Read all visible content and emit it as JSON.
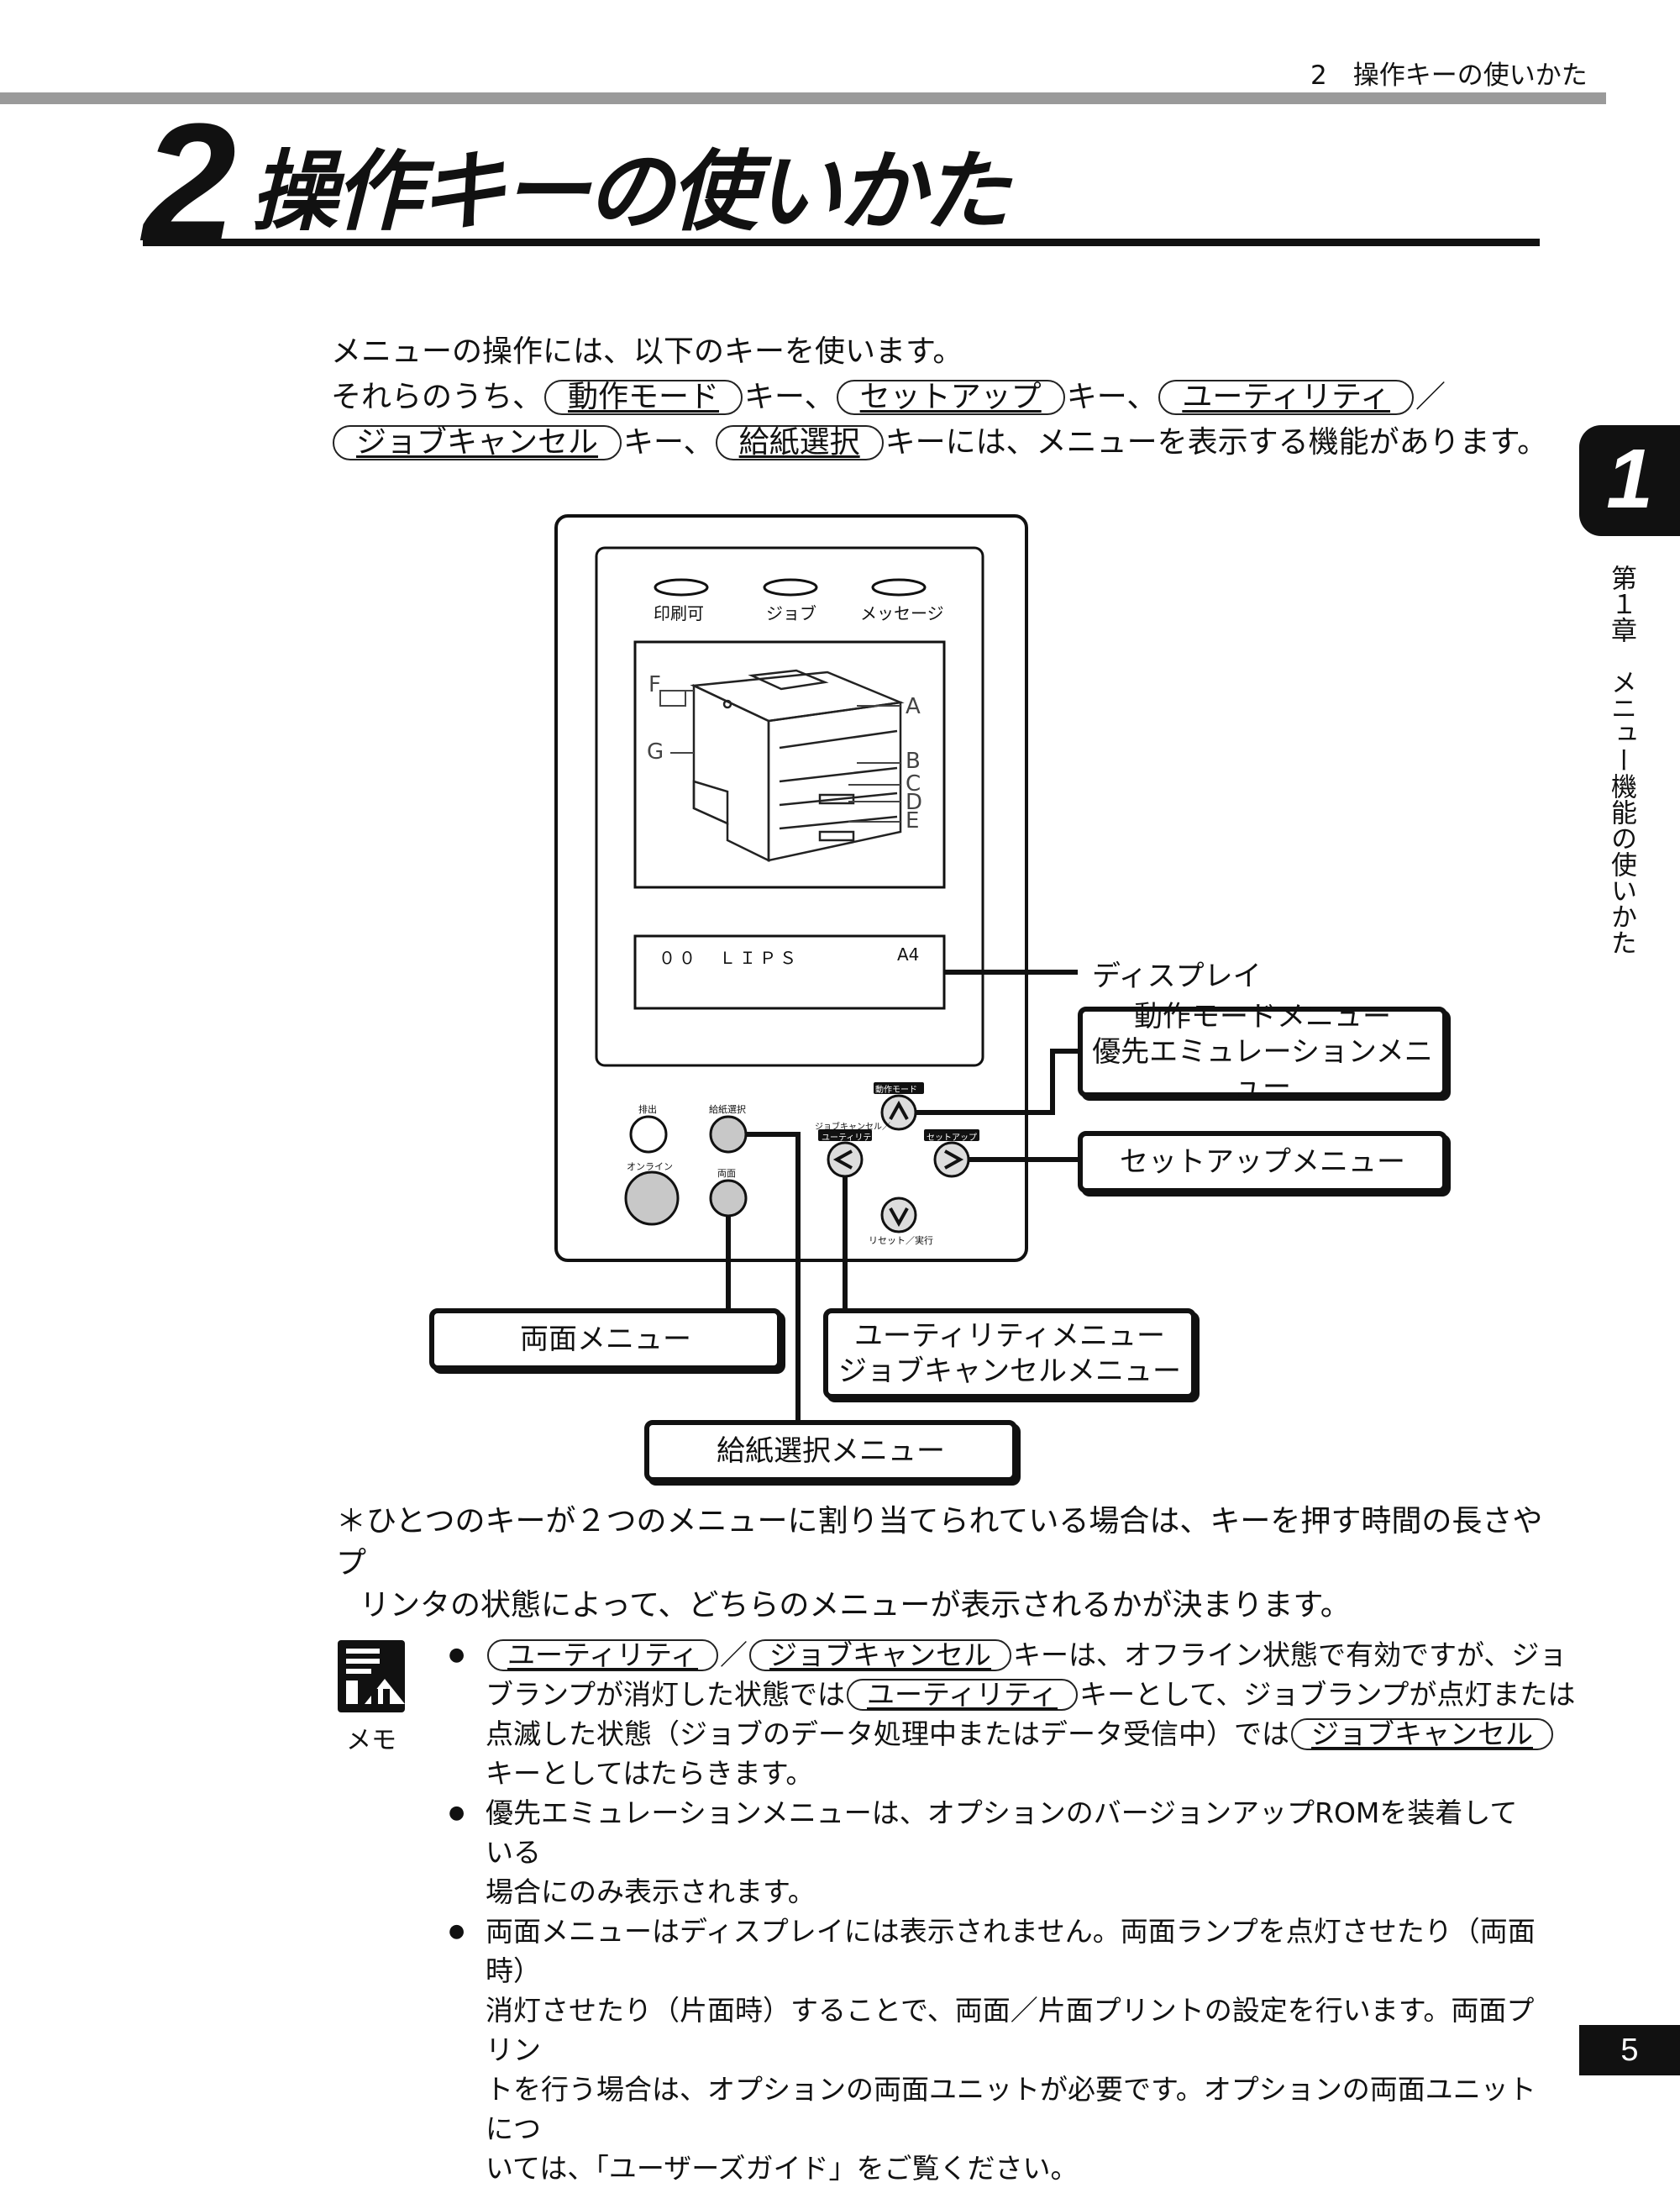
{
  "header": {
    "running": "2　操作キーの使いかた"
  },
  "chapter": {
    "number": "2",
    "title": "操作キーの使いかた"
  },
  "intro": {
    "line1": "メニューの操作には、以下のキーを使います。",
    "line2_a": "それらのうち、",
    "key_mode": "動作モード",
    "line2_b": "キー、",
    "key_setup": "セットアップ",
    "line2_c": "キー、",
    "key_utility": "ユーティリティ",
    "slash": "／",
    "key_jobcancel": "ジョブキャンセル",
    "line3_a": "キー、",
    "key_paper": "給紙選択",
    "line3_b": "キーには、メニューを表示する機能があります。"
  },
  "side": {
    "tab_number": "1",
    "text": "第１章　メニュー機能の使いかた"
  },
  "panel": {
    "lamp_print": "印刷可",
    "lamp_job": "ジョブ",
    "lamp_message": "メッセージ",
    "printer_labels": [
      "A",
      "B",
      "C",
      "D",
      "E",
      "F",
      "G"
    ],
    "display_left": "００　ＬＩＰＳ",
    "display_right": "A4",
    "btn_eject": "排出",
    "btn_paper": "給紙選択",
    "btn_online": "オンライン",
    "btn_duplex": "両面",
    "btn_mode": "動作モード",
    "btn_jobcancel_utility_1": "ジョブキャンセル／",
    "btn_jobcancel_utility_2": "ユーティリティ",
    "btn_setup": "セットアップ",
    "btn_reset": "リセット／実行"
  },
  "callouts": {
    "display": "ディスプレイ",
    "mode_menu_1": "動作モードメニュー",
    "mode_menu_2": "優先エミュレーションメニュー",
    "setup_menu": "セットアップメニュー",
    "duplex_menu": "両面メニュー",
    "utility_menu_1": "ユーティリティメニュー",
    "utility_menu_2": "ジョブキャンセルメニュー",
    "paper_menu": "給紙選択メニュー"
  },
  "note": {
    "line1": "＊ひとつのキーが２つのメニューに割り当てられている場合は、キーを押す時間の長さやプ",
    "line2": "リンタの状態によって、どちらのメニューが表示されるかが決まります。"
  },
  "memo": {
    "label": "メモ",
    "b1_key1": "ユーティリティ",
    "b1_slash": "／",
    "b1_key2": "ジョブキャンセル",
    "b1_t1": "キーは、オフライン状態で有効ですが、ジョ",
    "b1_t2": "ブランプが消灯した状態では",
    "b1_key3": "ユーティリティ",
    "b1_t3": "キーとして、ジョブランプが点灯または",
    "b1_t4": "点滅した状態（ジョブのデータ処理中またはデータ受信中）では",
    "b1_key4": "ジョブキャンセル",
    "b1_t5": "キーとしてはたらきます。",
    "b2_t1": "優先エミュレーションメニューは、オプションのバージョンアップROMを装着している",
    "b2_t2": "場合にのみ表示されます。",
    "b3_t1": "両面メニューはディスプレイには表示されません。両面ランプを点灯させたり（両面時）",
    "b3_t2": "消灯させたり（片面時）することで、両面／片面プリントの設定を行います。両面プリン",
    "b3_t3": "トを行う場合は、オプションの両面ユニットが必要です。オプションの両面ユニットにつ",
    "b3_t4": "いては、「ユーザーズガイド」をご覧ください。"
  },
  "page": {
    "number": "5"
  }
}
